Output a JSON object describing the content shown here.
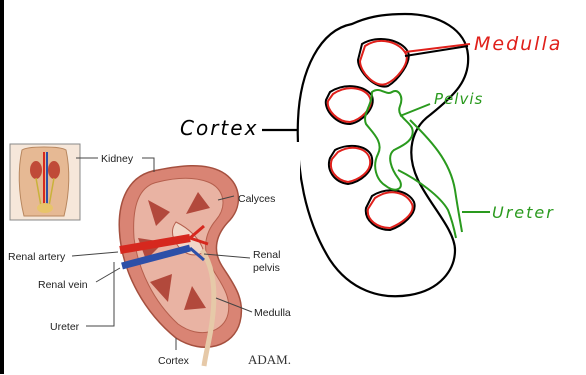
{
  "handwritten": {
    "medulla": "Medulla",
    "pelvis": "Pelvis",
    "ureter": "Ureter",
    "cortex": "Cortex"
  },
  "diagram_labels": {
    "kidney": "Kidney",
    "calyces": "Calyces",
    "renal_artery": "Renal artery",
    "renal_pelvis_line1": "Renal",
    "renal_pelvis_line2": "pelvis",
    "renal_vein": "Renal vein",
    "medulla": "Medulla",
    "ureter": "Ureter",
    "cortex": "Cortex",
    "logo": "ADAM."
  },
  "colors": {
    "ink_black": "#000000",
    "ink_red": "#e0201b",
    "ink_green": "#2a9a1e",
    "kidney_tissue": "#d98474",
    "artery": "#d6281e",
    "vein": "#2d4fa8",
    "torso_skin": "#e6b994"
  }
}
